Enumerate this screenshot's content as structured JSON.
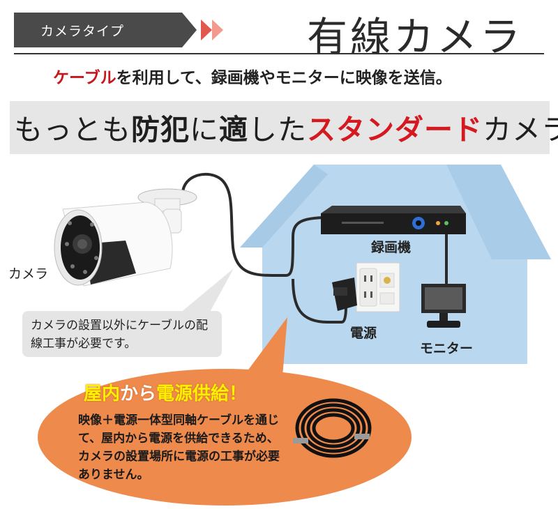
{
  "header": {
    "tag_label": "カメラタイプ",
    "title": "有線カメラ"
  },
  "subtitle": {
    "highlight": "ケーブル",
    "rest": "を利用して、録画機やモニターに映像を送信。"
  },
  "banner": {
    "part1": "もっとも",
    "part2": "防犯",
    "part3": "に",
    "part4": "適",
    "part5": "した",
    "part6": "スタンダード",
    "part7": "カメラ"
  },
  "labels": {
    "camera": "カメラ",
    "recorder": "録画機",
    "outlet": "電源",
    "monitor": "モニター"
  },
  "note": {
    "text": "カメラの設置以外にケーブルの配線工事が必要です。"
  },
  "power": {
    "title_a": "屋内",
    "title_b": "から",
    "title_c": "電源供給",
    "title_d": "！",
    "body_bold": "映像＋電源一体型同軸ケーブル",
    "body_rest": "を通じて、屋内から電源を供給できるため、カメラの設置場所に電源の工事が必要ありません。"
  },
  "colors": {
    "accent_red": "#d41920",
    "house_blue": "#b9d7ee",
    "oval_orange": "#ef8a4d",
    "title_yellow": "#fff200"
  },
  "icons": [
    "bullet-camera-icon",
    "dvr-recorder-icon",
    "wall-outlet-icon",
    "power-adapter-icon",
    "monitor-icon",
    "coax-cable-icon",
    "house-icon"
  ]
}
